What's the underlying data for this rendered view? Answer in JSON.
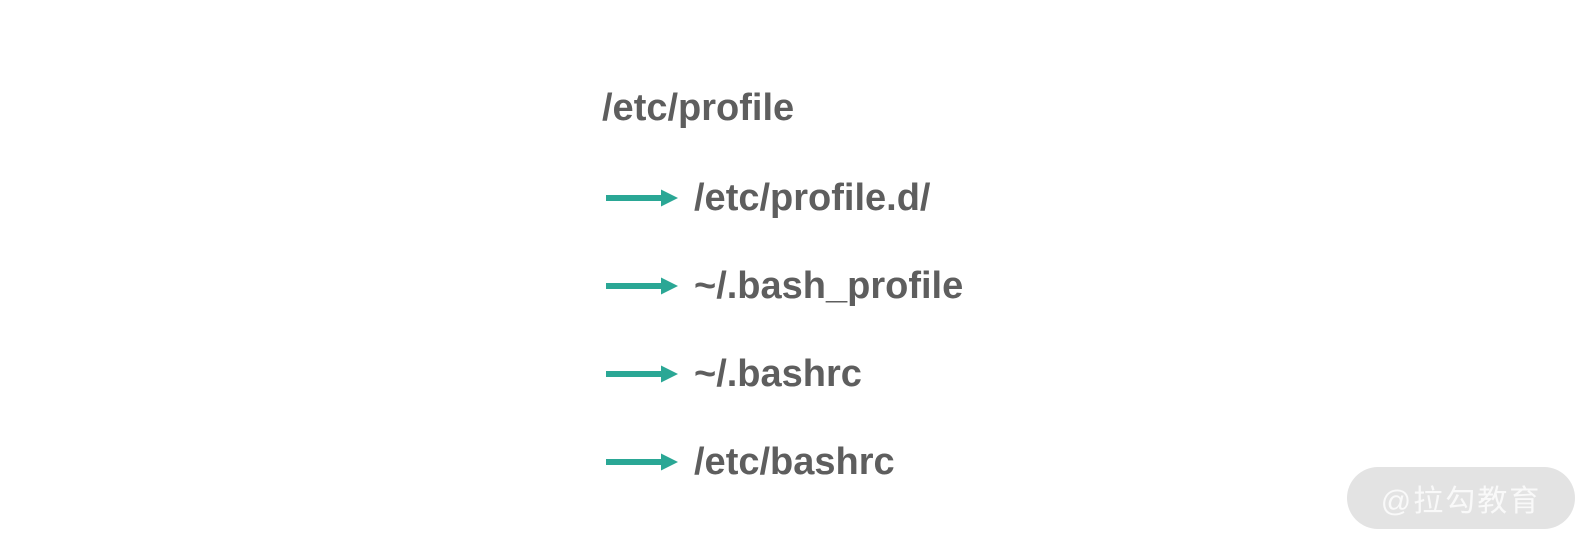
{
  "colors": {
    "page_bg": "#ffffff",
    "text": "#5e5e5e",
    "arrow": "#2aa795",
    "watermark_bg": "#e3e3e3",
    "watermark_text": "#f9f9f9"
  },
  "flow": {
    "title": "/etc/profile",
    "items": [
      {
        "label": "/etc/profile.d/"
      },
      {
        "label": "~/.bash_profile"
      },
      {
        "label": "~/.bashrc"
      },
      {
        "label": "/etc/bashrc"
      }
    ]
  },
  "watermark": {
    "label": "@拉勾教育"
  }
}
